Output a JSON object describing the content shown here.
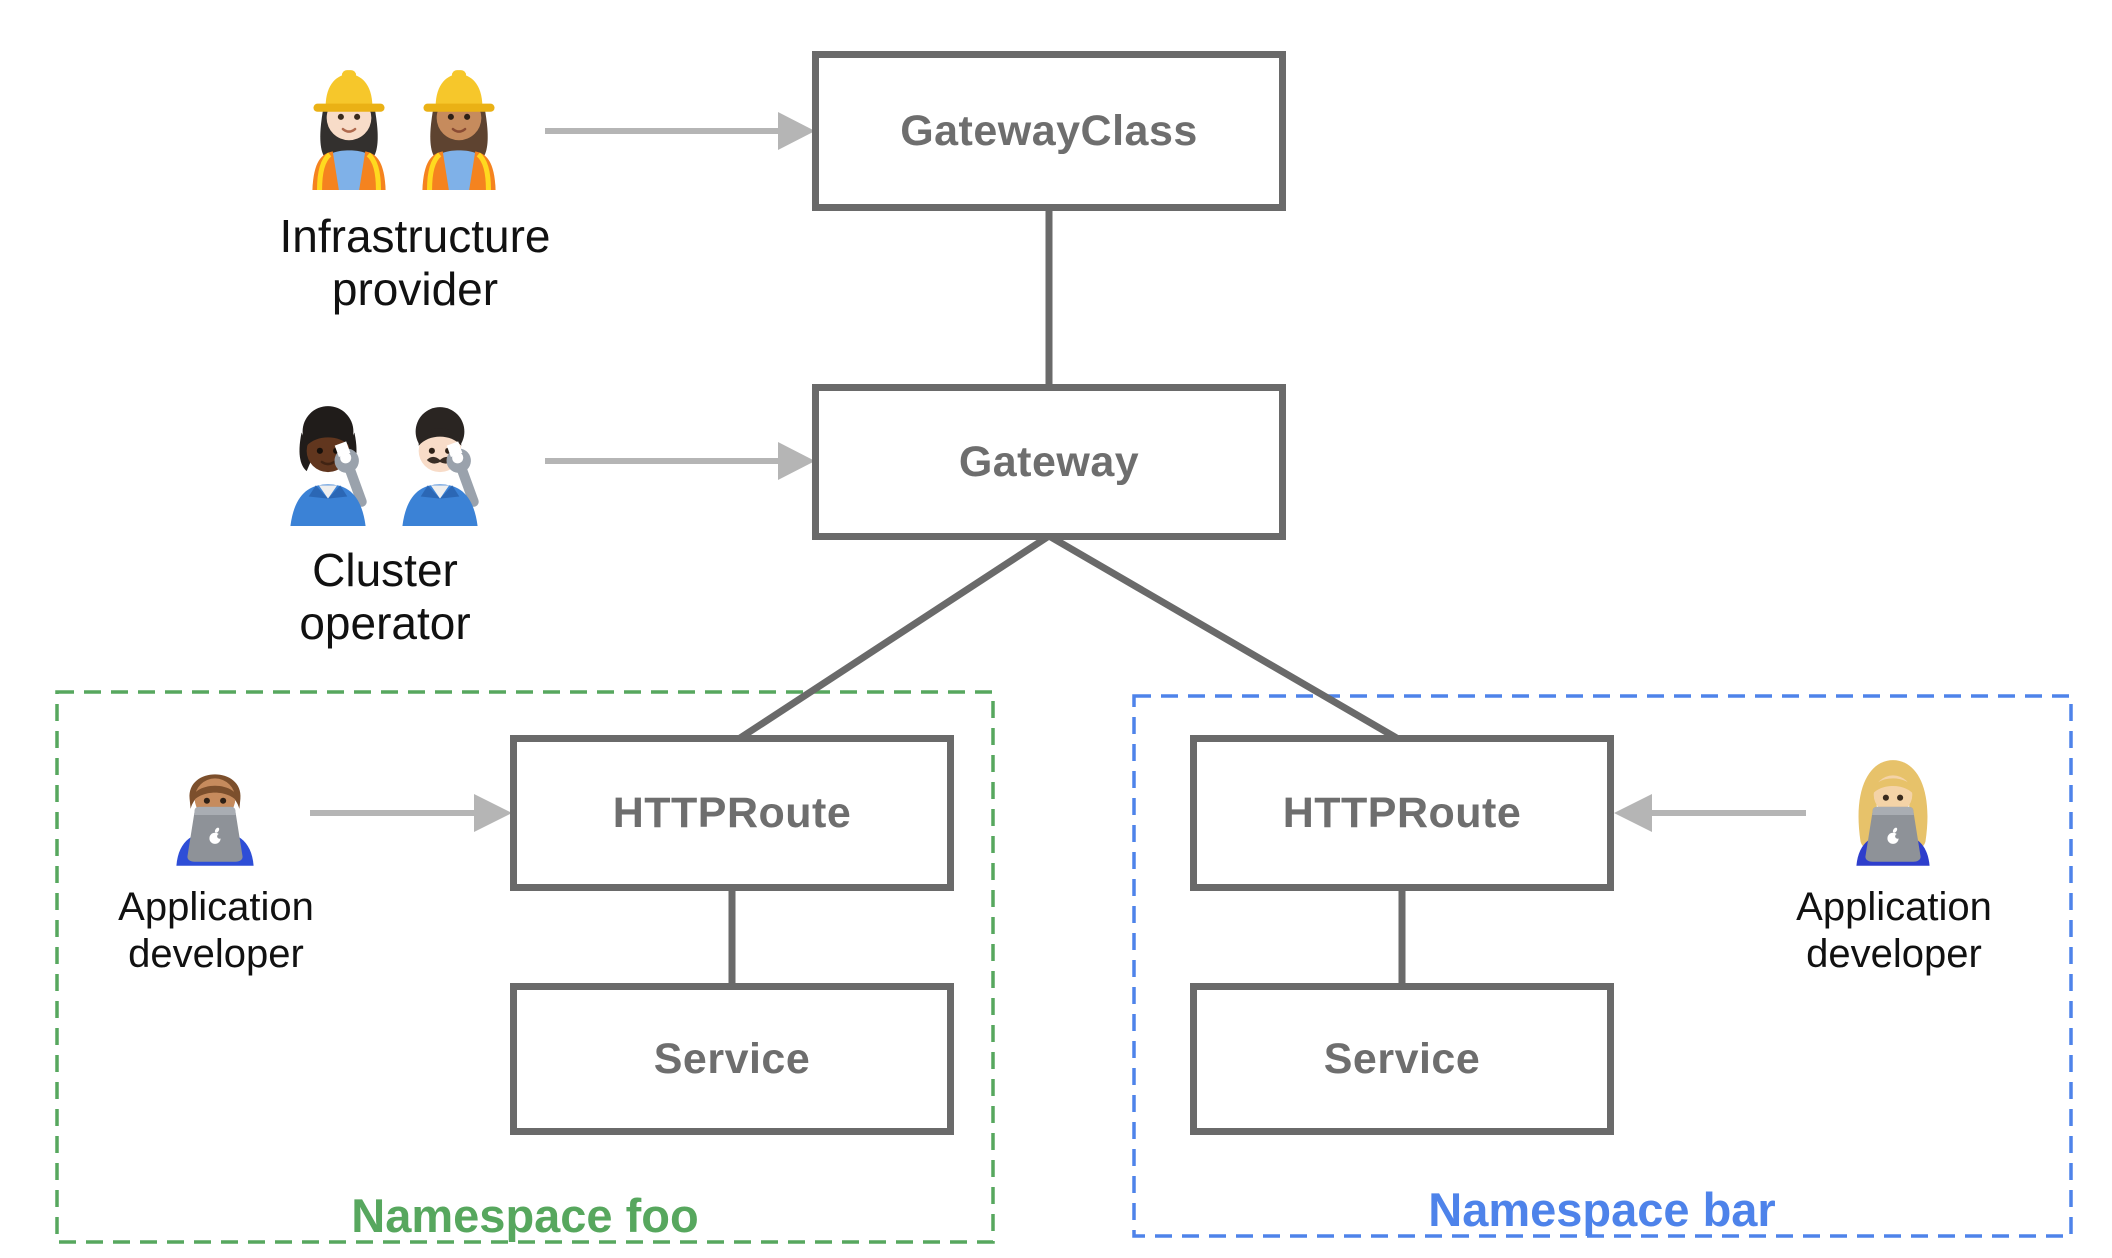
{
  "nodes": {
    "gateway_class": {
      "label": "GatewayClass"
    },
    "gateway": {
      "label": "Gateway"
    },
    "httproute_foo": {
      "label": "HTTPRoute"
    },
    "service_foo": {
      "label": "Service"
    },
    "httproute_bar": {
      "label": "HTTPRoute"
    },
    "service_bar": {
      "label": "Service"
    }
  },
  "personas": {
    "infrastructure_provider": {
      "label_line1": "Infrastructure",
      "label_line2": "provider",
      "icons": [
        "woman-construction-worker-light-skin-emoji",
        "woman-construction-worker-medium-skin-emoji"
      ]
    },
    "cluster_operator": {
      "label_line1": "Cluster",
      "label_line2": "operator",
      "icons": [
        "mechanic-dark-skin-emoji",
        "man-mechanic-light-skin-emoji"
      ]
    },
    "application_developer_foo": {
      "label_line1": "Application",
      "label_line2": "developer",
      "icons": [
        "man-technologist-medium-skin-emoji"
      ]
    },
    "application_developer_bar": {
      "label_line1": "Application",
      "label_line2": "developer",
      "icons": [
        "woman-technologist-light-skin-emoji"
      ]
    }
  },
  "namespaces": {
    "foo": {
      "label": "Namespace foo",
      "accent_color": "#57a75e"
    },
    "bar": {
      "label": "Namespace bar",
      "accent_color": "#4e83ea"
    }
  },
  "colors": {
    "node_border": "#6a6a6a",
    "node_label": "#6e6e6e",
    "connector": "#6a6a6a",
    "arrow": "#b5b5b5",
    "persona_label": "#111111",
    "background": "#ffffff"
  }
}
